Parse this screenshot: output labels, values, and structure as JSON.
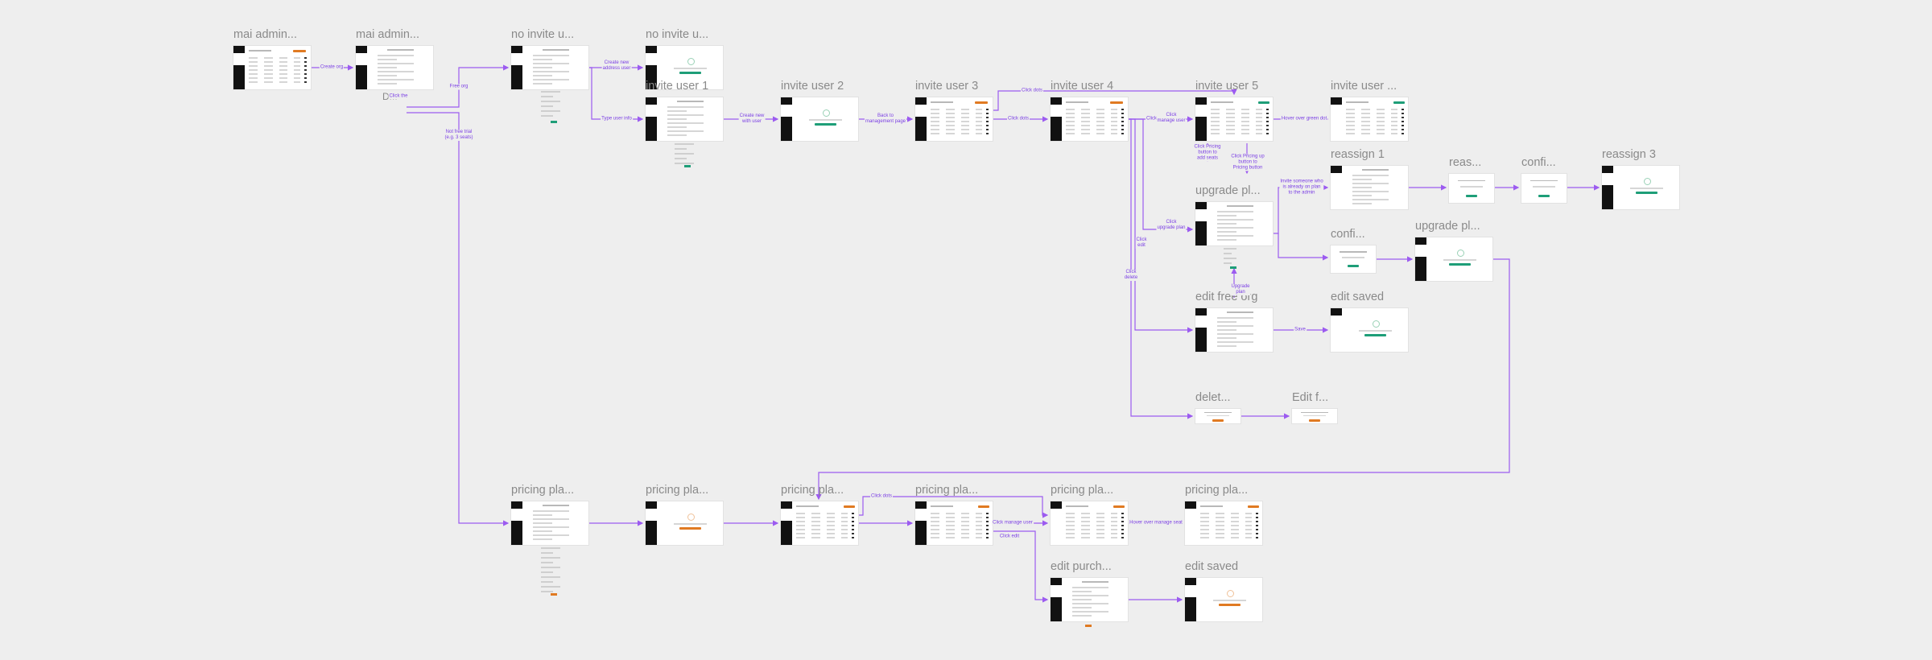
{
  "frames": [
    {
      "id": "f1",
      "title": "mai admin..."
    },
    {
      "id": "f2",
      "title": "mai admin..."
    },
    {
      "id": "f3",
      "title": "no invite u..."
    },
    {
      "id": "f4",
      "title": "no invite u..."
    },
    {
      "id": "f5",
      "title": "invite user 1"
    },
    {
      "id": "f6",
      "title": "invite user 2"
    },
    {
      "id": "f7",
      "title": "invite user 3"
    },
    {
      "id": "f8",
      "title": "invite user 4"
    },
    {
      "id": "f9",
      "title": "invite user 5"
    },
    {
      "id": "f10",
      "title": "invite user ..."
    },
    {
      "id": "f11",
      "title": "reassign 1"
    },
    {
      "id": "f12",
      "title": "reas..."
    },
    {
      "id": "f13",
      "title": "confi..."
    },
    {
      "id": "f14",
      "title": "reassign 3"
    },
    {
      "id": "f15",
      "title": "confi..."
    },
    {
      "id": "f16",
      "title": "upgrade pl..."
    },
    {
      "id": "f17",
      "title": "upgrade pl..."
    },
    {
      "id": "f18",
      "title": "edit free org"
    },
    {
      "id": "f19",
      "title": "edit saved"
    },
    {
      "id": "f20",
      "title": "delet..."
    },
    {
      "id": "f21",
      "title": "Edit f..."
    },
    {
      "id": "f22",
      "title": "pricing pla..."
    },
    {
      "id": "f23",
      "title": "pricing pla..."
    },
    {
      "id": "f24",
      "title": "pricing pla..."
    },
    {
      "id": "f25",
      "title": "pricing pla..."
    },
    {
      "id": "f26",
      "title": "pricing pla..."
    },
    {
      "id": "f27",
      "title": "pricing pla..."
    },
    {
      "id": "f28",
      "title": "edit purch..."
    },
    {
      "id": "f29",
      "title": "edit saved"
    },
    {
      "id": "f30",
      "title": "D..."
    }
  ],
  "edge_labels": [
    "Create org",
    "Free org",
    "Not free trial\n(e.g. 3 seats)",
    "Create new\naddress user",
    "Type user info",
    "Create new\nwith user",
    "Back to\nmanagement page",
    "Click dots",
    "Click dots",
    "Click dots",
    "Click\nmanage user",
    "Click Pricing\nbutton to\nadd seats",
    "Hover over green dot",
    "Click Pricing up\nbutton to\nPricing button",
    "Invite someone who\nis already on plan\nto the admin",
    "Click\nupgrade plan",
    "Click\nedit",
    "Click\ndelete",
    "Upgrade\nplan",
    "Save",
    "Click dots",
    "Click manage user",
    "Click edit",
    "Hover over manage seat",
    "Click the"
  ],
  "colors": {
    "connector": "#9c5bf0",
    "accent_orange": "#e07a22",
    "accent_green": "#1e9e78",
    "sidebar": "#111111",
    "background": "#eeeeee"
  }
}
